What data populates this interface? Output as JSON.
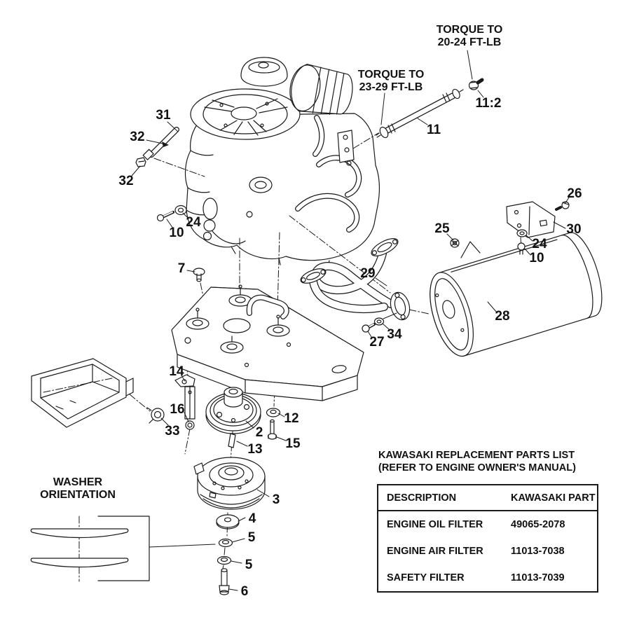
{
  "diagram": {
    "torque_label_upper": {
      "line1": "TORQUE TO",
      "line2": "20-24 FT-LB"
    },
    "torque_label_lower": {
      "line1": "TORQUE TO",
      "line2": "23-29 FT-LB"
    },
    "washer_detail": {
      "line1": "WASHER",
      "line2": "ORIENTATION"
    }
  },
  "callouts": {
    "c31": "31",
    "c32_upper": "32",
    "c32_lower": "32",
    "c24_left": "24",
    "c10_left": "10",
    "c7": "7",
    "c11": "11",
    "c11_2": "11:2",
    "c26": "26",
    "c30": "30",
    "c25": "25",
    "c24_right": "24",
    "c10_right": "10",
    "c29": "29",
    "c28": "28",
    "c34": "34",
    "c27": "27",
    "c14": "14",
    "c16": "16",
    "c33": "33",
    "c2": "2",
    "c12": "12",
    "c13": "13",
    "c15": "15",
    "c3": "3",
    "c4": "4",
    "c5_upper": "5",
    "c5_lower": "5",
    "c6": "6"
  },
  "parts_list": {
    "title_line1": "KAWASAKI REPLACEMENT PARTS LIST",
    "title_line2": "(REFER TO ENGINE OWNER'S MANUAL)",
    "headers": {
      "description": "DESCRIPTION",
      "part": "KAWASAKI PART"
    },
    "rows": [
      {
        "description": "ENGINE OIL FILTER",
        "part": "49065-2078"
      },
      {
        "description": "ENGINE AIR FILTER",
        "part": "11013-7038"
      },
      {
        "description": "SAFETY FILTER",
        "part": "11013-7039"
      }
    ]
  },
  "colors": {
    "line": "#1a1a1a",
    "background": "#ffffff"
  }
}
